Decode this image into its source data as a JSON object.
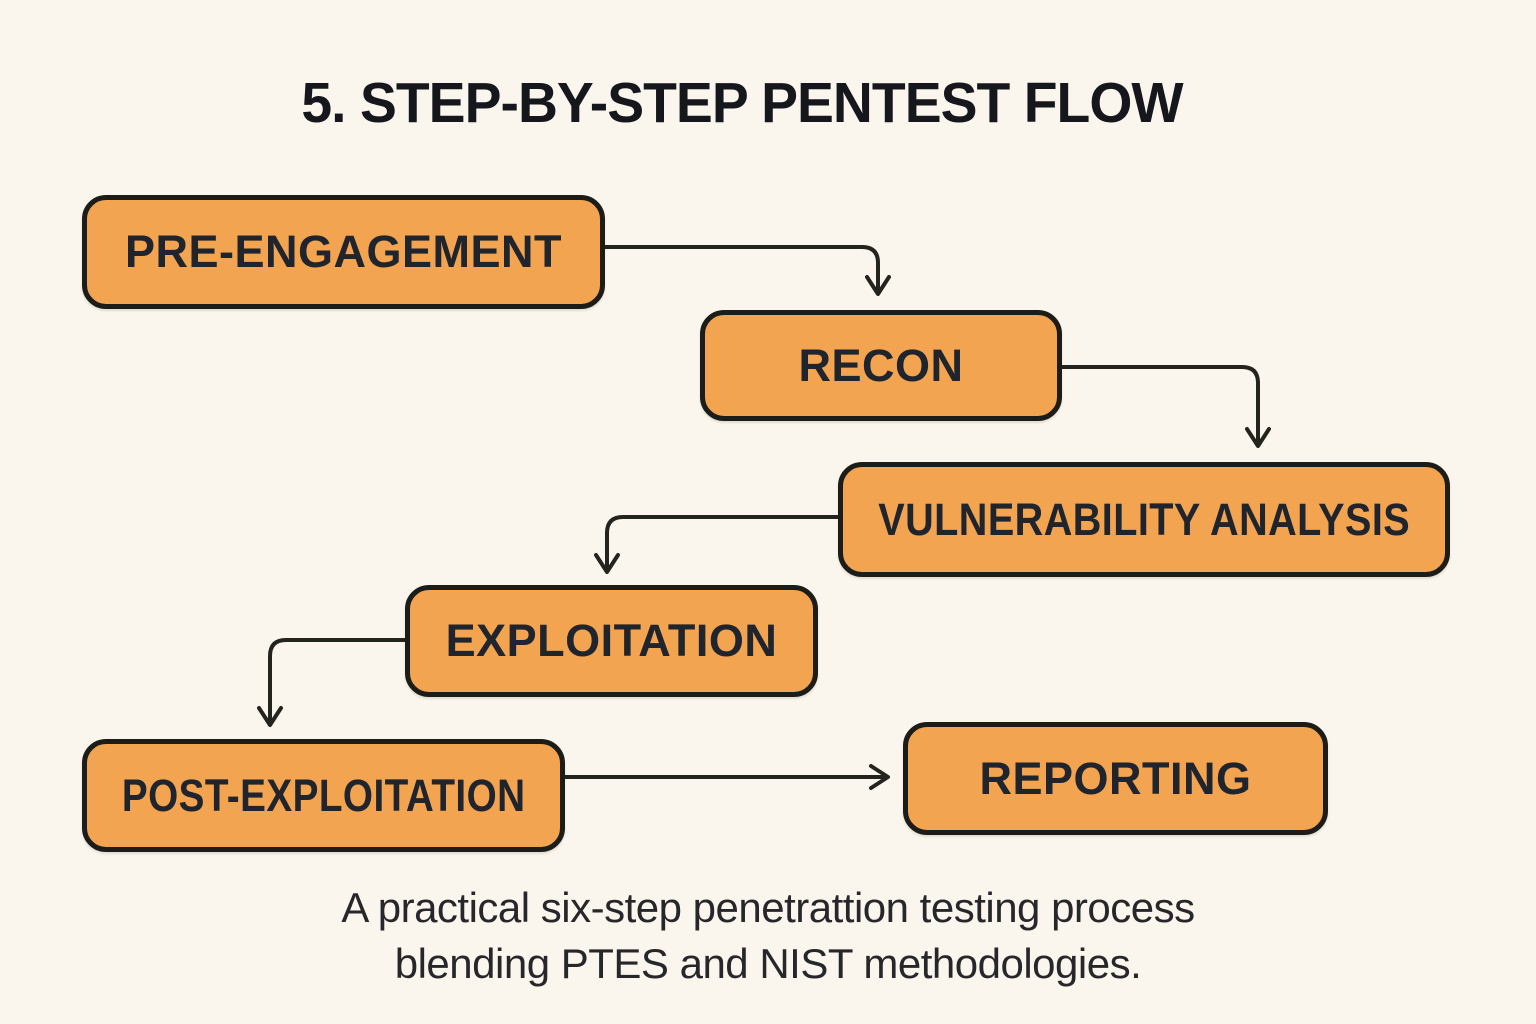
{
  "title": "5. STEP-BY-STEP PENTEST FLOW",
  "flow": {
    "nodes": [
      {
        "id": "pre-engagement",
        "label": "PRE-ENGAGEMENT"
      },
      {
        "id": "recon",
        "label": "RECON"
      },
      {
        "id": "vulnerability-analysis",
        "label": "VULNERABILITY ANALYSIS"
      },
      {
        "id": "exploitation",
        "label": "EXPLOITATION"
      },
      {
        "id": "post-exploitation",
        "label": "POST-EXPLOITATION"
      },
      {
        "id": "reporting",
        "label": "REPORTING"
      }
    ],
    "edges": [
      {
        "from": "pre-engagement",
        "to": "recon"
      },
      {
        "from": "recon",
        "to": "vulnerability-analysis"
      },
      {
        "from": "vulnerability-analysis",
        "to": "exploitation"
      },
      {
        "from": "exploitation",
        "to": "post-exploitation"
      },
      {
        "from": "post-exploitation",
        "to": "reporting"
      }
    ]
  },
  "caption": {
    "line1": "A practical six-step penetrattion testing process",
    "line2": "blending PTES and NIST methodologies."
  },
  "colors": {
    "background": "#fbf6ed",
    "node_fill": "#f2a450",
    "node_border": "#1c1c19",
    "node_text": "#20242c",
    "connector": "#24241f",
    "title_text": "#15171c",
    "caption_text": "#27272b"
  }
}
